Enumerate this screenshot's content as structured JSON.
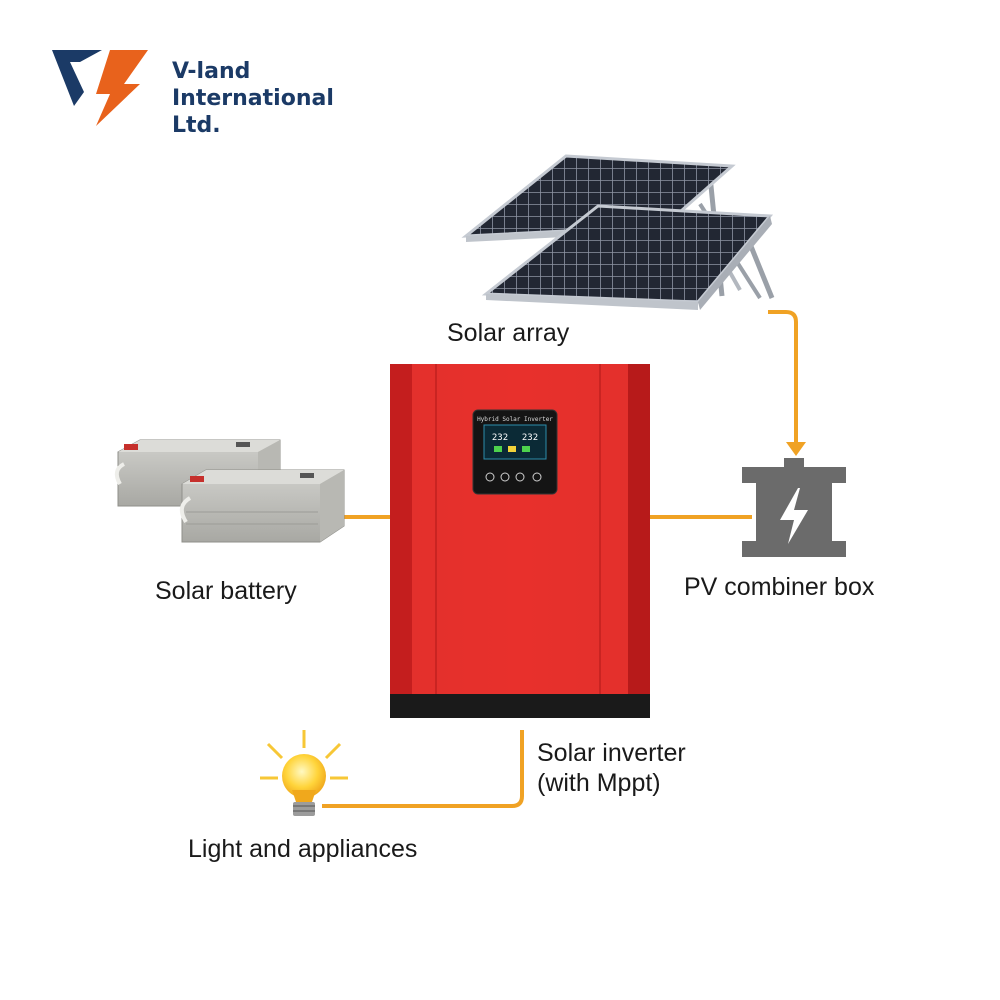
{
  "brand": {
    "name_lines": [
      "V-land",
      "International",
      "Ltd."
    ],
    "colors": {
      "navy": "#1b3a66",
      "orange": "#e8621c"
    }
  },
  "components": {
    "solar_array": "Solar array",
    "solar_battery": "Solar battery",
    "combiner_box": "PV combiner box",
    "inverter_line1": "Solar inverter",
    "inverter_line2": "(with Mppt)",
    "load": "Light and appliances"
  },
  "inverter_panel": {
    "title": "Hybrid Solar Inverter",
    "reading_left": "232",
    "reading_right": "232"
  },
  "connections": [
    {
      "from": "Solar array",
      "to": "PV combiner box",
      "arrow": true
    },
    {
      "from": "PV combiner box",
      "to": "Solar inverter"
    },
    {
      "from": "Solar battery",
      "to": "Solar inverter"
    },
    {
      "from": "Solar inverter",
      "to": "Light and appliances"
    }
  ],
  "style": {
    "wire_color": "#f0a224",
    "inverter_color": "#e02a2a",
    "combiner_color": "#6b6b6b"
  }
}
